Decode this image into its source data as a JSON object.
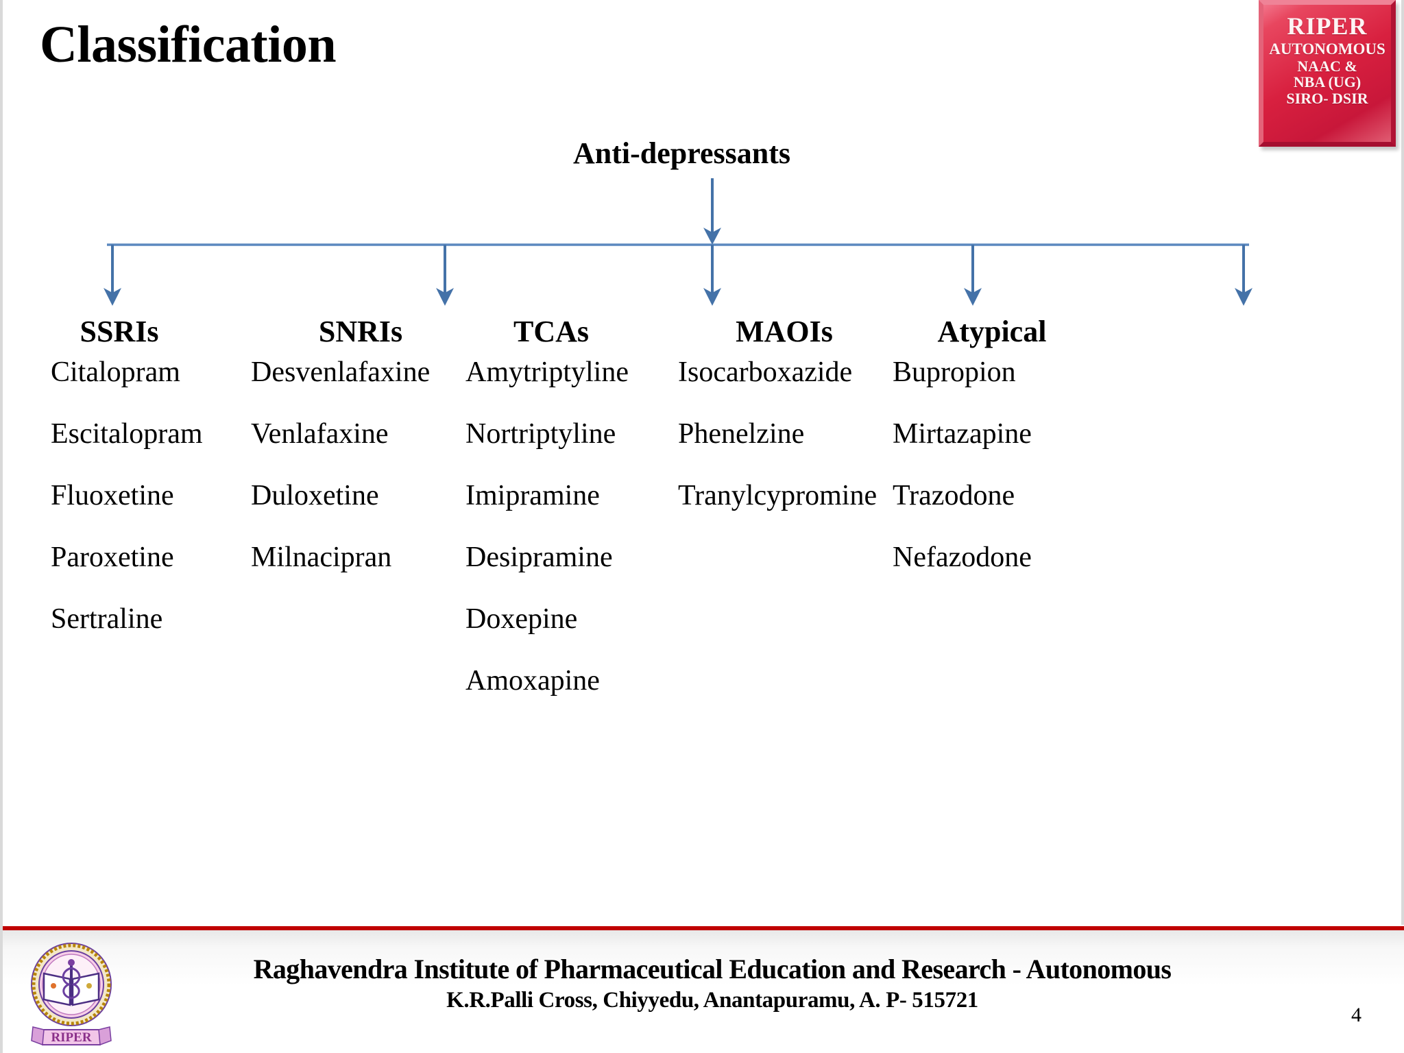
{
  "slide": {
    "title": "Classification",
    "number": "4"
  },
  "badge": {
    "name": "riper-badge",
    "lines": [
      "RIPER",
      "AUTONOMOUS",
      "NAAC &",
      "NBA (UG)",
      "SIRO- DSIR"
    ],
    "background_color": "#D8203F",
    "text_color": "#FDF4F4"
  },
  "diagram": {
    "root_label": "Anti-depressants",
    "connector_color": "#4472A8",
    "columns": [
      {
        "header": "SSRIs",
        "items": [
          "Citalopram",
          "Escitalopram",
          "Fluoxetine",
          "Paroxetine",
          "Sertraline"
        ]
      },
      {
        "header": "SNRIs",
        "items": [
          "Desvenlafaxine",
          "Venlafaxine",
          "Duloxetine",
          "Milnacipran"
        ]
      },
      {
        "header": "TCAs",
        "items": [
          "Amytriptyline",
          "Nortriptyline",
          "Imipramine",
          "Desipramine",
          "Doxepine",
          "Amoxapine"
        ]
      },
      {
        "header": "MAOIs",
        "items": [
          "Isocarboxazide",
          "Phenelzine",
          "Tranylcypromine"
        ]
      },
      {
        "header": "Atypical",
        "items": [
          "Bupropion",
          "Mirtazapine",
          "Trazodone",
          "Nefazodone"
        ]
      }
    ]
  },
  "footer": {
    "institution": "Raghavendra Institute of Pharmaceutical Education and Research - Autonomous",
    "address": "K.R.Palli Cross, Chiyyedu, Anantapuramu, A. P- 515721",
    "rule_color": "#C00000"
  }
}
